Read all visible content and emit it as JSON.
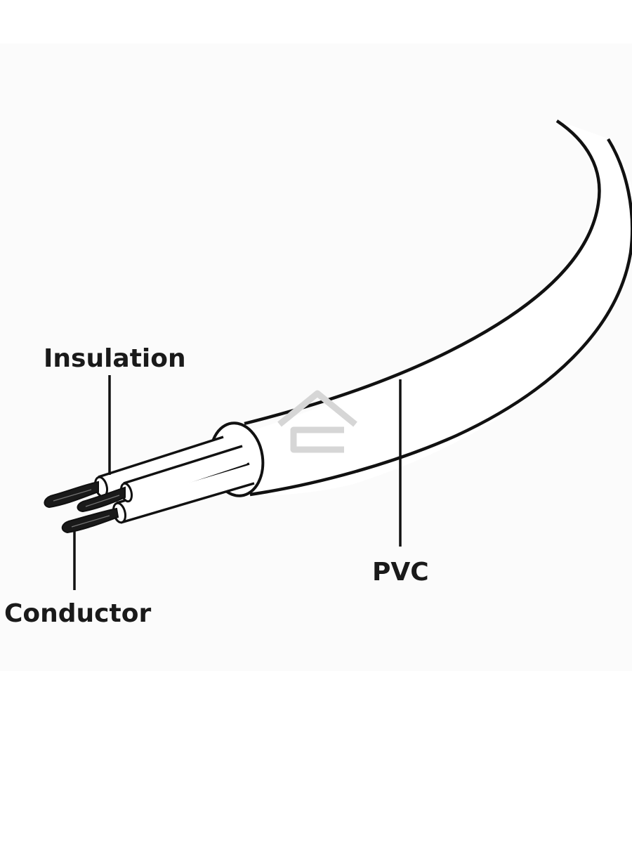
{
  "colors": {
    "page_background": "#ffffff",
    "panel_background": "#fbfbfb",
    "line": "#111111",
    "label_text": "#1a1a1a",
    "watermark": "#d6d6d6"
  },
  "labels": {
    "insulation": "Insulation",
    "pvc": "PVC",
    "conductor": "Conductor"
  },
  "watermark_icon": "house-logo-icon"
}
